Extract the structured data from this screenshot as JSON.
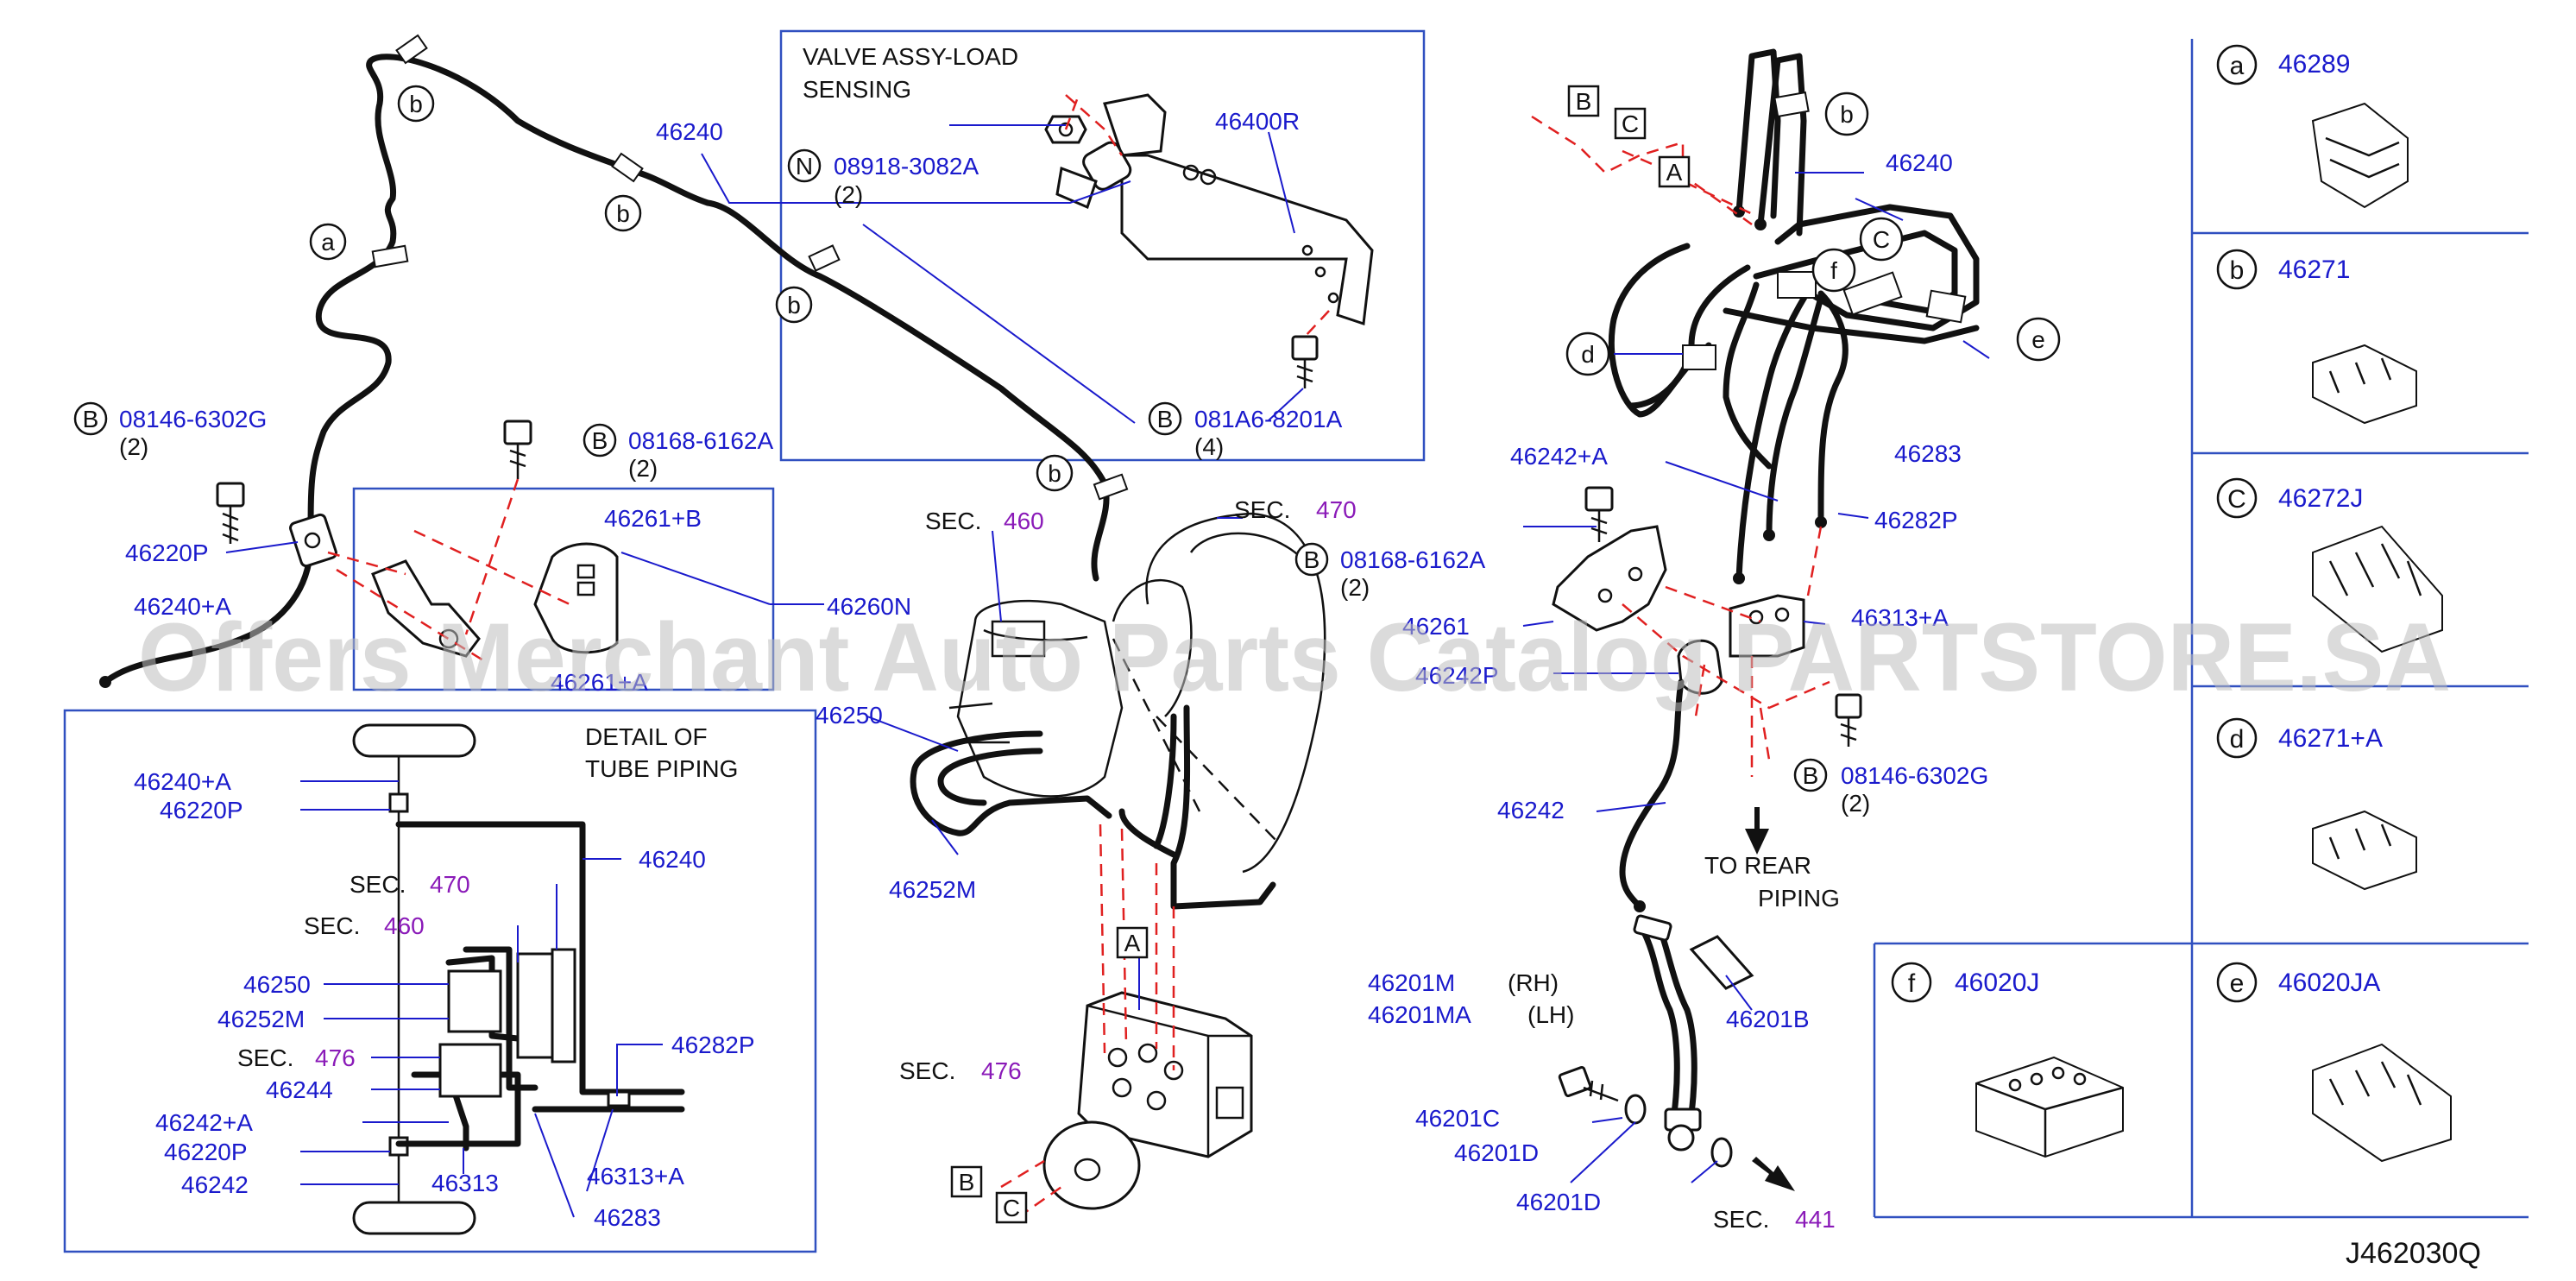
{
  "diagram": {
    "sheet_code": "J462030Q",
    "watermark": "Offers Merchant Auto Parts Catalog PARTSTORE.SA",
    "valve_title": "VALVE   ASSY-LOAD",
    "valve_title2": "SENSING",
    "detail_title": "DETAIL   OF",
    "detail_title2": "TUBE   PIPING",
    "to_rear": "TO   REAR",
    "to_rear2": "PIPING",
    "sec_word": "SEC.",
    "sec_460": "460",
    "sec_470": "470",
    "sec_476": "476",
    "sec_441": "441",
    "rh": "(RH)",
    "lh": "(LH)",
    "qty2": "(2)",
    "qty4": "(4)",
    "letters": {
      "a": "a",
      "b": "b",
      "c": "C",
      "d": "d",
      "e": "e",
      "f": "f",
      "A": "A",
      "B": "B",
      "C": "C",
      "N": "N"
    },
    "parts": {
      "p46240": "46240",
      "p46400R": "46400R",
      "p08918": "08918-3082A",
      "p081A6": "081A6-8201A",
      "p08146": "08146-6302G",
      "p08168": "08168-6162A",
      "p46220P": "46220P",
      "p46240A": "46240+A",
      "p46261B": "46261+B",
      "p46260N": "46260N",
      "p46261A": "46261+A",
      "p46250": "46250",
      "p46252M": "46252M",
      "p46242A": "46242+A",
      "p46283": "46283",
      "p46282P": "46282P",
      "p46313A": "46313+A",
      "p46261": "46261",
      "p46242P": "46242P",
      "p46242": "46242",
      "p46201M": "46201M",
      "p46201MA": "46201MA",
      "p46201B": "46201B",
      "p46201C": "46201C",
      "p46201D": "46201D",
      "p46244": "46244",
      "p46313": "46313"
    },
    "catalog": [
      {
        "letter": "a",
        "part": "46289"
      },
      {
        "letter": "b",
        "part": "46271"
      },
      {
        "letter": "C",
        "part": "46272J"
      },
      {
        "letter": "d",
        "part": "46271+A"
      },
      {
        "letter": "f",
        "part": "46020J"
      },
      {
        "letter": "e",
        "part": "46020JA"
      }
    ]
  }
}
